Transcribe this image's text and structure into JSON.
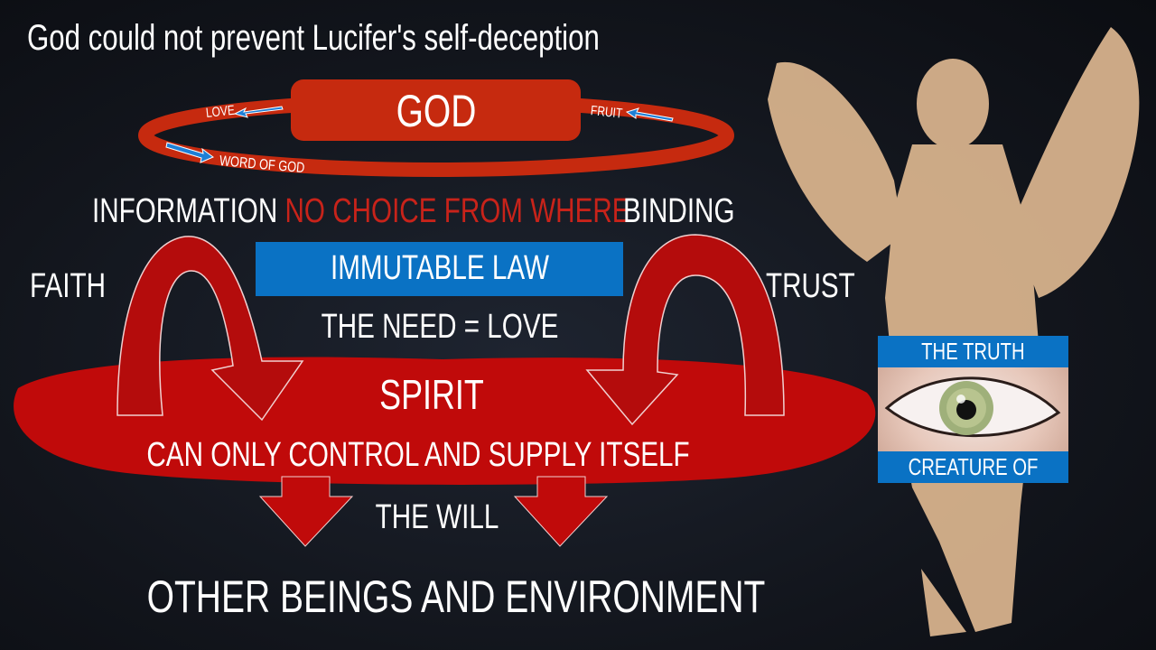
{
  "title": "God could not prevent Lucifer's self-deception",
  "god_ring": {
    "center_label": "GOD",
    "love_label": "LOVE",
    "fruit_label": "FRUIT",
    "word_label": "WORD OF GOD"
  },
  "row_information": {
    "information": "INFORMATION",
    "no_choice": "NO CHOICE FROM WHERE",
    "binding": "BINDING"
  },
  "immutable_law": "IMMUTABLE LAW",
  "faith": "FAITH",
  "trust": "TRUST",
  "need": "THE NEED = LOVE",
  "spirit": "SPIRIT",
  "spirit_caption": "CAN ONLY CONTROL AND SUPPLY ITSELF",
  "will": "THE WILL",
  "bottom": "OTHER BEINGS AND ENVIRONMENT",
  "eye_panel": {
    "top_label": "THE TRUTH",
    "bottom_label": "CREATURE OF GOD"
  },
  "colors": {
    "red": "#c8231a",
    "blue": "#0a72c4",
    "statue": "#d9b48f"
  }
}
